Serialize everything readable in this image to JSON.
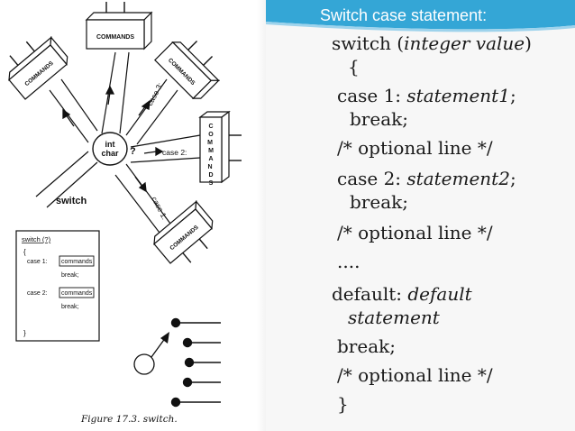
{
  "slide": {
    "title": "Switch case statement:",
    "colors": {
      "accent": "#34A6D6",
      "accent_light": "#9ED3EC",
      "text": "#1A1A1A",
      "panel": "#F7F7F7"
    }
  },
  "code": {
    "line1": {
      "keyword": "switch (",
      "italic": "integer value",
      "end": ")"
    },
    "line2": "{",
    "line3": {
      "prefix": "case 1: ",
      "italic": "statement1",
      "end": ";"
    },
    "line4": "break;",
    "line5": "/* optional line */",
    "line6": {
      "prefix": "case 2: ",
      "italic": "statement2",
      "end": ";"
    },
    "line7": "break;",
    "line8": "/* optional line */",
    "line9": "....",
    "line10": {
      "prefix": "default: ",
      "italic": "default"
    },
    "line11": {
      "italic": "statement"
    },
    "line12": "break;",
    "line13": "/* optional line */",
    "line14": "}"
  },
  "figure": {
    "box_label": "COMMANDS",
    "hub_label_1": "int",
    "hub_label_2": "char",
    "question": "?",
    "case3": "case 3:",
    "case2": "case 2:",
    "case1": "case 1:",
    "switch_label": "switch",
    "vertical_commands": "COMMANDS",
    "inset": {
      "header": "switch (?)",
      "brace_open": "{",
      "case1": "case 1:",
      "commands1": "commands",
      "break1": "break;",
      "case2": "case 2:",
      "commands2": "commands",
      "break2": "break;",
      "brace_close": "}"
    },
    "caption": "Figure 17.3. switch."
  }
}
